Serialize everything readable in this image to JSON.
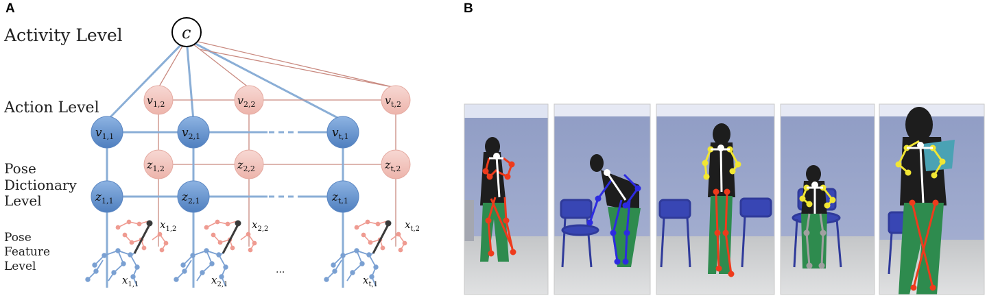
{
  "panels": {
    "a": "A",
    "b": "B"
  },
  "levels": {
    "activity": "Activity Level",
    "action": "Action Level",
    "pose_dictionary": [
      "Pose",
      "Dictionary",
      "Level"
    ],
    "pose_feature": [
      "Pose",
      "Feature",
      "Level"
    ]
  },
  "nodes": {
    "c": "c",
    "v_blue": [
      {
        "b": "v",
        "s": "1,1"
      },
      {
        "b": "v",
        "s": "2,1"
      },
      {
        "b": "v",
        "s": "t,1"
      }
    ],
    "v_pink": [
      {
        "b": "v",
        "s": "1,2"
      },
      {
        "b": "v",
        "s": "2,2"
      },
      {
        "b": "v",
        "s": "t,2"
      }
    ],
    "z_blue": [
      {
        "b": "z",
        "s": "1,1"
      },
      {
        "b": "z",
        "s": "2,1"
      },
      {
        "b": "z",
        "s": "t,1"
      }
    ],
    "z_pink": [
      {
        "b": "z",
        "s": "1,2"
      },
      {
        "b": "z",
        "s": "2,2"
      },
      {
        "b": "z",
        "s": "t,2"
      }
    ]
  },
  "features": {
    "x_pink": [
      {
        "b": "x",
        "s": "1,2"
      },
      {
        "b": "x",
        "s": "2,2"
      },
      {
        "b": "x",
        "s": "t,2"
      }
    ],
    "x_blue": [
      {
        "b": "x",
        "s": "1,1"
      },
      {
        "b": "x",
        "s": "2,1"
      },
      {
        "b": "x",
        "s": "t,1"
      }
    ],
    "ellipsis": "..."
  },
  "colors": {
    "blue_node": "#6a97cf",
    "blue_edge": "#8aaed6",
    "pink_node": "#f2c4bd",
    "pink_edge": "#c98a80",
    "red_skel": "#ee3b1c",
    "blue_skel": "#2d2be0",
    "yellow_skel": "#f1e634",
    "white_skel": "#ffffff"
  },
  "photo_skeletons": [
    "red-white",
    "blue-white",
    "yellow-red",
    "yellow-gray",
    "yellow-red"
  ]
}
